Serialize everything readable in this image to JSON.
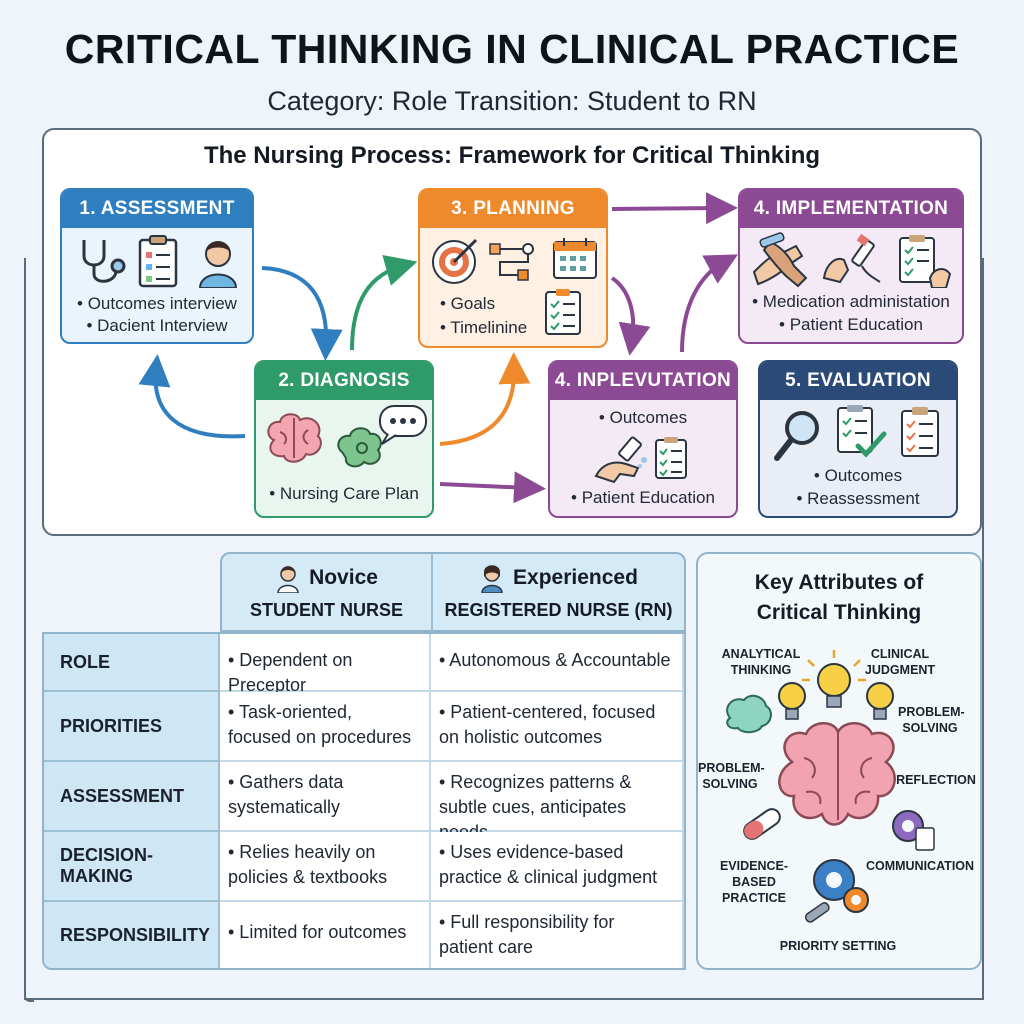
{
  "header": {
    "title": "CRITICAL THINKING IN CLINICAL PRACTICE",
    "subtitle": "Category: Role Transition: Student to RN"
  },
  "process": {
    "title": "The Nursing Process: Framework for Critical Thinking",
    "steps": [
      {
        "label": "1. ASSESSMENT",
        "items": [
          "• Outcomes interview",
          "• Dacient Interview"
        ]
      },
      {
        "label": "2. DIAGNOSIS",
        "items": [
          "• Nursing Care Plan"
        ]
      },
      {
        "label": "3. PLANNING",
        "items": [
          "• Goals",
          "• Timelinine"
        ]
      },
      {
        "label": "4. IMPLEMENTATION",
        "items": [
          "• Medication administation",
          "• Patient Education"
        ]
      },
      {
        "label": "4. INPLEVUTATION",
        "items": [
          "• Outcomes",
          "• Patient Education"
        ]
      },
      {
        "label": "5. EVALUATION",
        "items": [
          "• Outcomes",
          "• Reassessment"
        ]
      }
    ]
  },
  "comparison": {
    "columns": [
      {
        "title": "Novice",
        "subtitle": "STUDENT NURSE"
      },
      {
        "title": "Experienced",
        "subtitle": "REGISTERED NURSE (RN)"
      }
    ],
    "rows": [
      {
        "label": "ROLE",
        "novice": "• Dependent on Preceptor",
        "experienced": "• Autonomous & Accountable"
      },
      {
        "label": "PRIORITIES",
        "novice": "• Task-oriented, focused on procedures",
        "experienced": "• Patient-centered, focused on holistic outcomes"
      },
      {
        "label": "ASSESSMENT",
        "novice": "• Gathers data systematically",
        "experienced": "• Recognizes patterns & subtle cues, anticipates needs"
      },
      {
        "label": "DECISION-MAKING",
        "novice": "• Relies heavily on policies & textbooks",
        "experienced": "• Uses evidence-based practice & clinical judgment"
      },
      {
        "label": "RESPONSIBILITY",
        "novice": "• Limited for outcomes",
        "experienced": "• Full responsibility for patient care"
      }
    ]
  },
  "attributes": {
    "title_line1": "Key Attributes of",
    "title_line2": "Critical Thinking",
    "labels": {
      "analytical": "ANALYTICAL THINKING",
      "clinical": "CLINICAL JUDGMENT",
      "problem_right": "PROBLEM-SOLVING",
      "problem_left": "PROBLEM-SOLVING",
      "reflection": "REFLECTION",
      "evidence": "EVIDENCE-BASED PRACTICE",
      "communication": "COMMUNICATION",
      "priority": "PRIORITY SETTING"
    }
  },
  "colors": {
    "assessment": "#2f7fc0",
    "diagnosis": "#2f9a6a",
    "planning": "#ef8a2c",
    "implementation": "#8c4a94",
    "evaluation": "#2b4a78"
  }
}
